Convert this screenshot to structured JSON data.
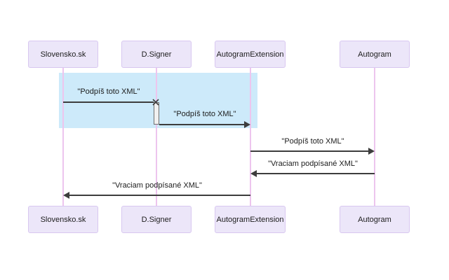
{
  "diagram": {
    "type": "sequence",
    "actors": [
      {
        "name": "Slovensko.sk"
      },
      {
        "name": "D.Signer"
      },
      {
        "name": "AutogramExtension"
      },
      {
        "name": "Autogram"
      }
    ],
    "messages": [
      {
        "from": "Slovensko.sk",
        "to": "D.Signer",
        "text": "\"Podpíš toto XML\"",
        "arrow": "cross",
        "line": "solid"
      },
      {
        "from": "D.Signer",
        "to": "AutogramExtension",
        "text": "\"Podpíš toto XML\"",
        "arrow": "filled",
        "line": "solid"
      },
      {
        "from": "AutogramExtension",
        "to": "Autogram",
        "text": "\"Podpíš toto XML\"",
        "arrow": "filled",
        "line": "solid"
      },
      {
        "from": "Autogram",
        "to": "AutogramExtension",
        "text": "\"Vraciam podpísané XML\"",
        "arrow": "filled",
        "line": "solid"
      },
      {
        "from": "AutogramExtension",
        "to": "Slovensko.sk",
        "text": "\"Vraciam podpísané XML\"",
        "arrow": "filled",
        "line": "solid"
      }
    ],
    "highlight": {
      "over_actors": [
        "Slovensko.sk",
        "D.Signer",
        "AutogramExtension"
      ],
      "covers_messages": [
        1,
        2
      ]
    },
    "activation": {
      "actor": "D.Signer",
      "between_messages": [
        1,
        2
      ]
    }
  },
  "colors": {
    "actor_fill": "#ece6f9",
    "actor_border": "#d8c7f0",
    "lifeline": "#edc5ee",
    "highlight_fill": "#cdeafa",
    "activation_fill": "#f0f0f0",
    "activation_border": "#707070",
    "arrow": "#3d3d3d",
    "text": "#1c1c1c"
  }
}
